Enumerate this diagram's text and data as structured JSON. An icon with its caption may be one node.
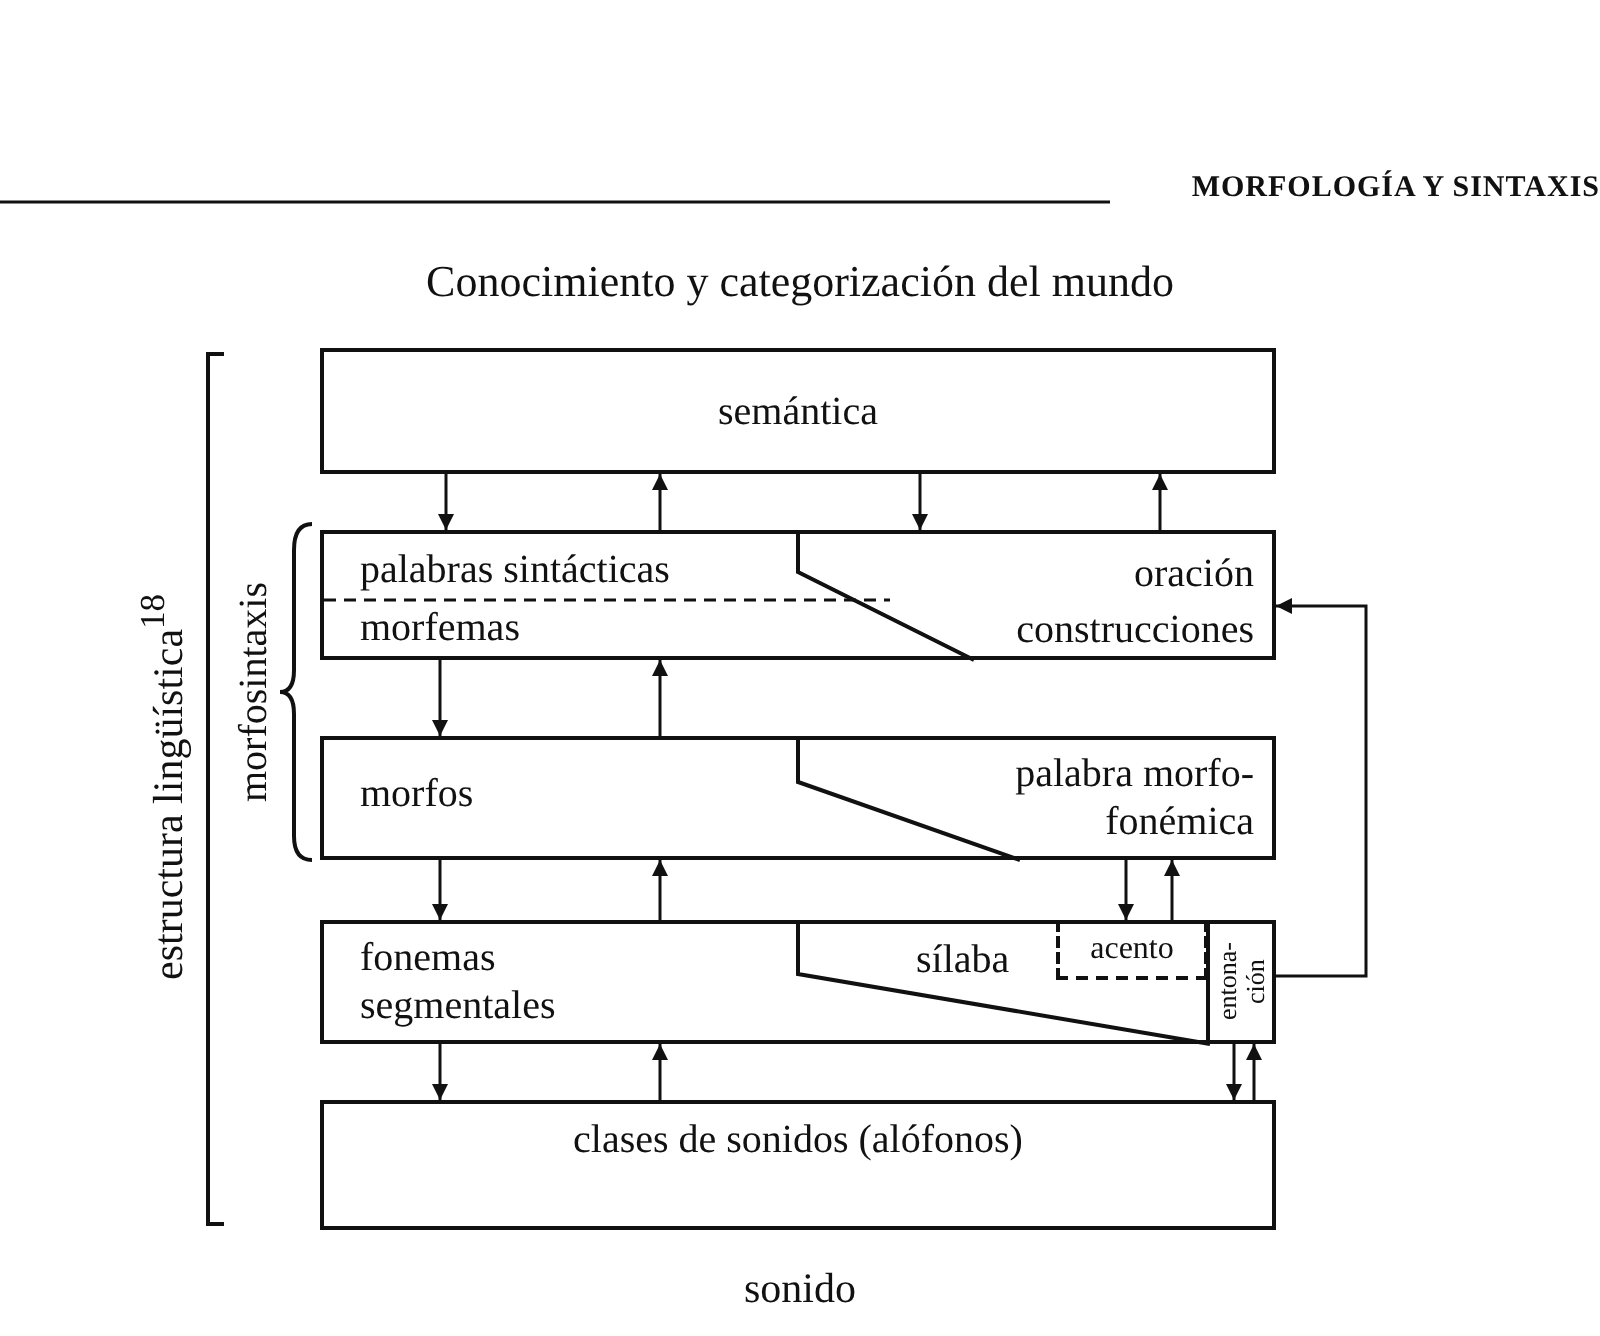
{
  "diagram": {
    "nodes": [
      {
        "text": [
          "semántica"
        ]
      },
      {
        "text": [
          "palabras sintácticas",
          "morfemas",
          "oración",
          "construcciones"
        ]
      },
      {
        "text": [
          "morfos",
          "palabra morfo- fonémica"
        ]
      },
      {
        "text": [
          "fonemas segmentales",
          "sílaba"
        ]
      },
      {
        "text": [
          "acento"
        ],
        "in": 3
      },
      {
        "text": [
          "entona- ción"
        ],
        "in": 3
      },
      {
        "text": [
          "clases de sonidos (alófonos)"
        ]
      }
    ],
    "edges": [
      {
        "from": 0,
        "to": 1,
        "arrow": "to"
      },
      {
        "from": 1,
        "to": 0,
        "arrow": "to"
      },
      {
        "from": 0,
        "to": 1,
        "arrow": "to"
      },
      {
        "from": 1,
        "to": 0,
        "arrow": "to"
      },
      {
        "from": 1,
        "to": 2,
        "arrow": "to"
      },
      {
        "from": 2,
        "to": 1,
        "arrow": "to"
      },
      {
        "from": 2,
        "to": 3,
        "arrow": "to"
      },
      {
        "from": 3,
        "to": 2,
        "arrow": "to"
      },
      {
        "from": 2,
        "to": 3,
        "arrow": "to"
      },
      {
        "from": 3,
        "to": 2,
        "arrow": "to"
      },
      {
        "from": 3,
        "to": 6,
        "arrow": "to"
      },
      {
        "from": 6,
        "to": 3,
        "arrow": "to"
      },
      {
        "from": 3,
        "to": 6,
        "arrow": "to"
      },
      {
        "from": 6,
        "to": 3,
        "arrow": "to"
      },
      {
        "from": 3,
        "to": 1,
        "arrow": "to"
      }
    ],
    "labels": [
      "MORFOLOGÍA Y SINTAXIS",
      "Conocimiento y categorización del mundo",
      "estructura lingüística$^{18}$",
      "morfosintaxis",
      "sonido"
    ]
  }
}
